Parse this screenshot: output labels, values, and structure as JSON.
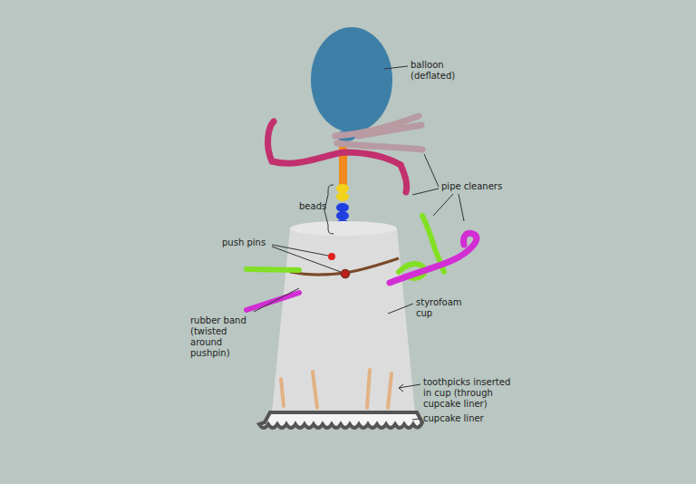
{
  "diagram": {
    "labels": [
      "balloon (deflated)",
      "pipe cleaners",
      "beads",
      "push pins",
      "rubber band (twisted around pushpin)",
      "styrofoam cup",
      "toothpicks inserted in cup (through cupcake liner)",
      "cupcake liner"
    ]
  }
}
